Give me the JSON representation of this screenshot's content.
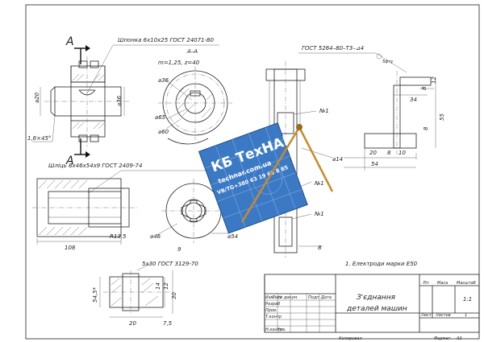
{
  "labels": {
    "section_a_left_top": "А",
    "section_a_left_bottom": "А",
    "key_spec": "Шпонка 6х10х25 ГОСТ 24071-80",
    "section_title": "А–А",
    "gear_spec": "m=1,25, z=40",
    "d36_gear": "⌀36",
    "d65": "⌀65",
    "d60": "⌀60",
    "d20": "⌀20",
    "d36_left": "⌀36",
    "chamfer": "1,6×45°",
    "spline_spec": "Шліць 8х46х54х9 ГОСТ 2409-74",
    "d46": "⌀46",
    "d54": "⌀54",
    "nine": "9",
    "r135": "R13,5",
    "len108": "108",
    "weld_spec": "ГОСТ 5264–80–Т3–⊿4",
    "n1_a": "№1",
    "n1_b": "№1",
    "n1_c": "№1",
    "d14": "⌀14",
    "weld_circle": "5фту",
    "dim_12": "12",
    "dim_8a": "8",
    "dim_34": "34",
    "dim_55": "55",
    "dim_8b": "8",
    "dim_20": "20",
    "dim_8c": "8",
    "dim_10": "10",
    "dim_54": "54",
    "dim_8d": "8",
    "note": "1. Електроди марки Е50",
    "pin_spec": "5х30 ГОСТ 3129-70",
    "dim_545": "54,5*",
    "dim_14": "14",
    "dim_12b": "12",
    "dim_30": "30",
    "dim_20b": "20",
    "dim_75": "7,5"
  },
  "title_block": {
    "title_line1": "З'єднання",
    "title_line2": "деталей машин",
    "col_lit": "Літ",
    "col_mass": "Маса",
    "col_scale": "Масштаб",
    "scale_value": "1:1",
    "sheet": "Лист",
    "sheets": "Листов",
    "sheets_count": "1",
    "row_izm": "Изм",
    "row_list": "Лист",
    "row_doc": "№ докум.",
    "row_sign": "Подп",
    "row_date": "Дата",
    "row_razrab": "Разраб",
    "row_prov": "Пров.",
    "row_tkontr": "Т.контр",
    "row_nkontr": "Н.контр",
    "row_utv": "Утв.",
    "copied": "Копировал",
    "format_label": "Формат",
    "format_value": "А3"
  },
  "watermark": {
    "brand": "КБ ТехНАР",
    "site": "technar.com.ua",
    "contacts": "VB/TG+380 63 19 65 8 85"
  }
}
